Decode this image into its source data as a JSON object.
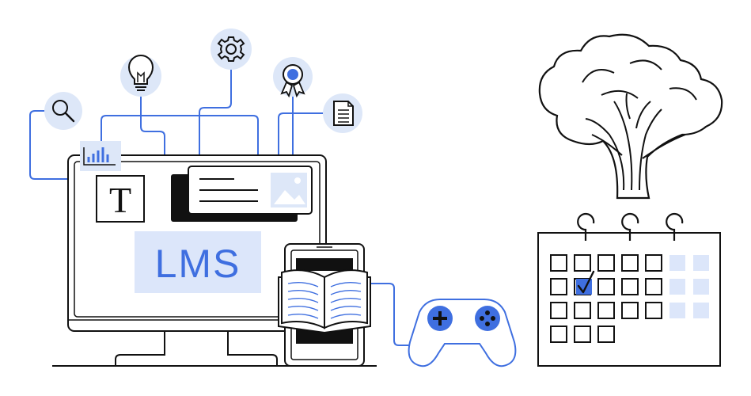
{
  "screen": {
    "label": "LMS",
    "text_tile_glyph": "T"
  },
  "colors": {
    "accent": "#3f6fe0",
    "icon_bg": "#dde7f8",
    "outline": "#111111",
    "light_fill": "#dce6fa"
  },
  "icons": [
    "search-icon",
    "lightbulb-icon",
    "gear-icon",
    "award-ribbon-icon",
    "document-icon",
    "bar-chart-icon",
    "image-icon",
    "open-book-icon",
    "gamepad-icon",
    "tree-icon",
    "calendar-icon",
    "checkmark-icon"
  ],
  "calendar": {
    "checked_cell": "row-2-col-2"
  }
}
